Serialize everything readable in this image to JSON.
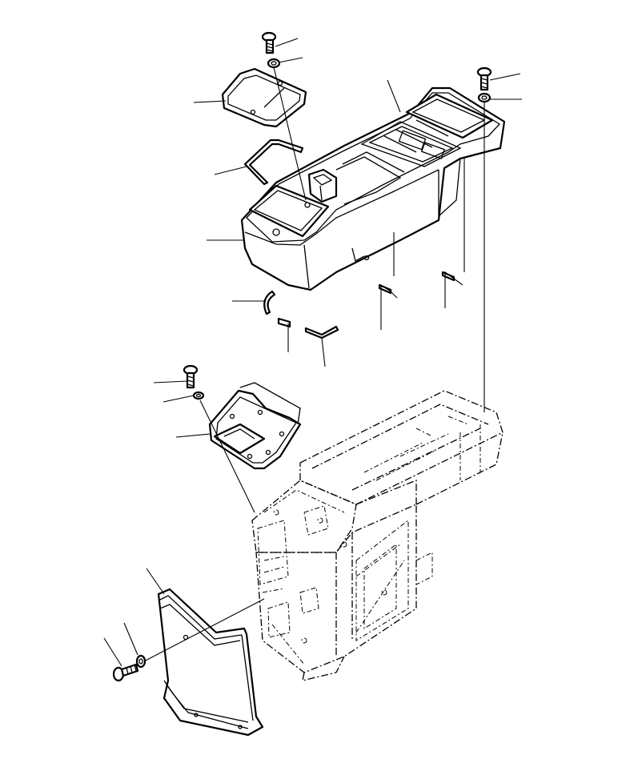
{
  "diagram": {
    "kind": "exploded-parts-drawing",
    "callout_count": 15,
    "parts": [
      "bolt-top-left",
      "washer-top-left",
      "lid",
      "seal-strip",
      "console-box",
      "clip-left",
      "clip-small",
      "clip-v",
      "pin-a",
      "pin-b",
      "bolt-top-right",
      "washer-top-right",
      "bolt-mid",
      "washer-mid",
      "bracket-plate",
      "bolt-bottom",
      "washer-bottom",
      "lower-cover",
      "frame-dashed"
    ],
    "colors": {
      "line": "#000000",
      "background": "#ffffff"
    }
  }
}
